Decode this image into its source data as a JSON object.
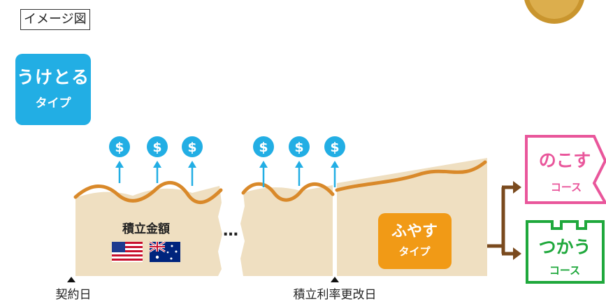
{
  "label": "イメージ図",
  "uketoru": {
    "title": "うけとる",
    "subtitle": "タイプ"
  },
  "fuyasu": {
    "title": "ふやす",
    "subtitle": "タイプ"
  },
  "nokosu": {
    "title": "のこす",
    "subtitle": "コース"
  },
  "tsukau": {
    "title": "つかう",
    "subtitle": "コース"
  },
  "amount_label": "積立金額",
  "dollar_symbol": "$",
  "ellipsis": "…",
  "markers": {
    "contract_day": "契約日",
    "rate_revision_day": "積立利率更改日"
  },
  "colors": {
    "blue": "#22aee4",
    "beige": "#efdfc1",
    "orange_line": "#d9892a",
    "orange_badge": "#f19a16",
    "brown_arrow": "#7a4a1e",
    "pink": "#e9569b",
    "green": "#1fa83c",
    "gold": "#c9952e"
  }
}
